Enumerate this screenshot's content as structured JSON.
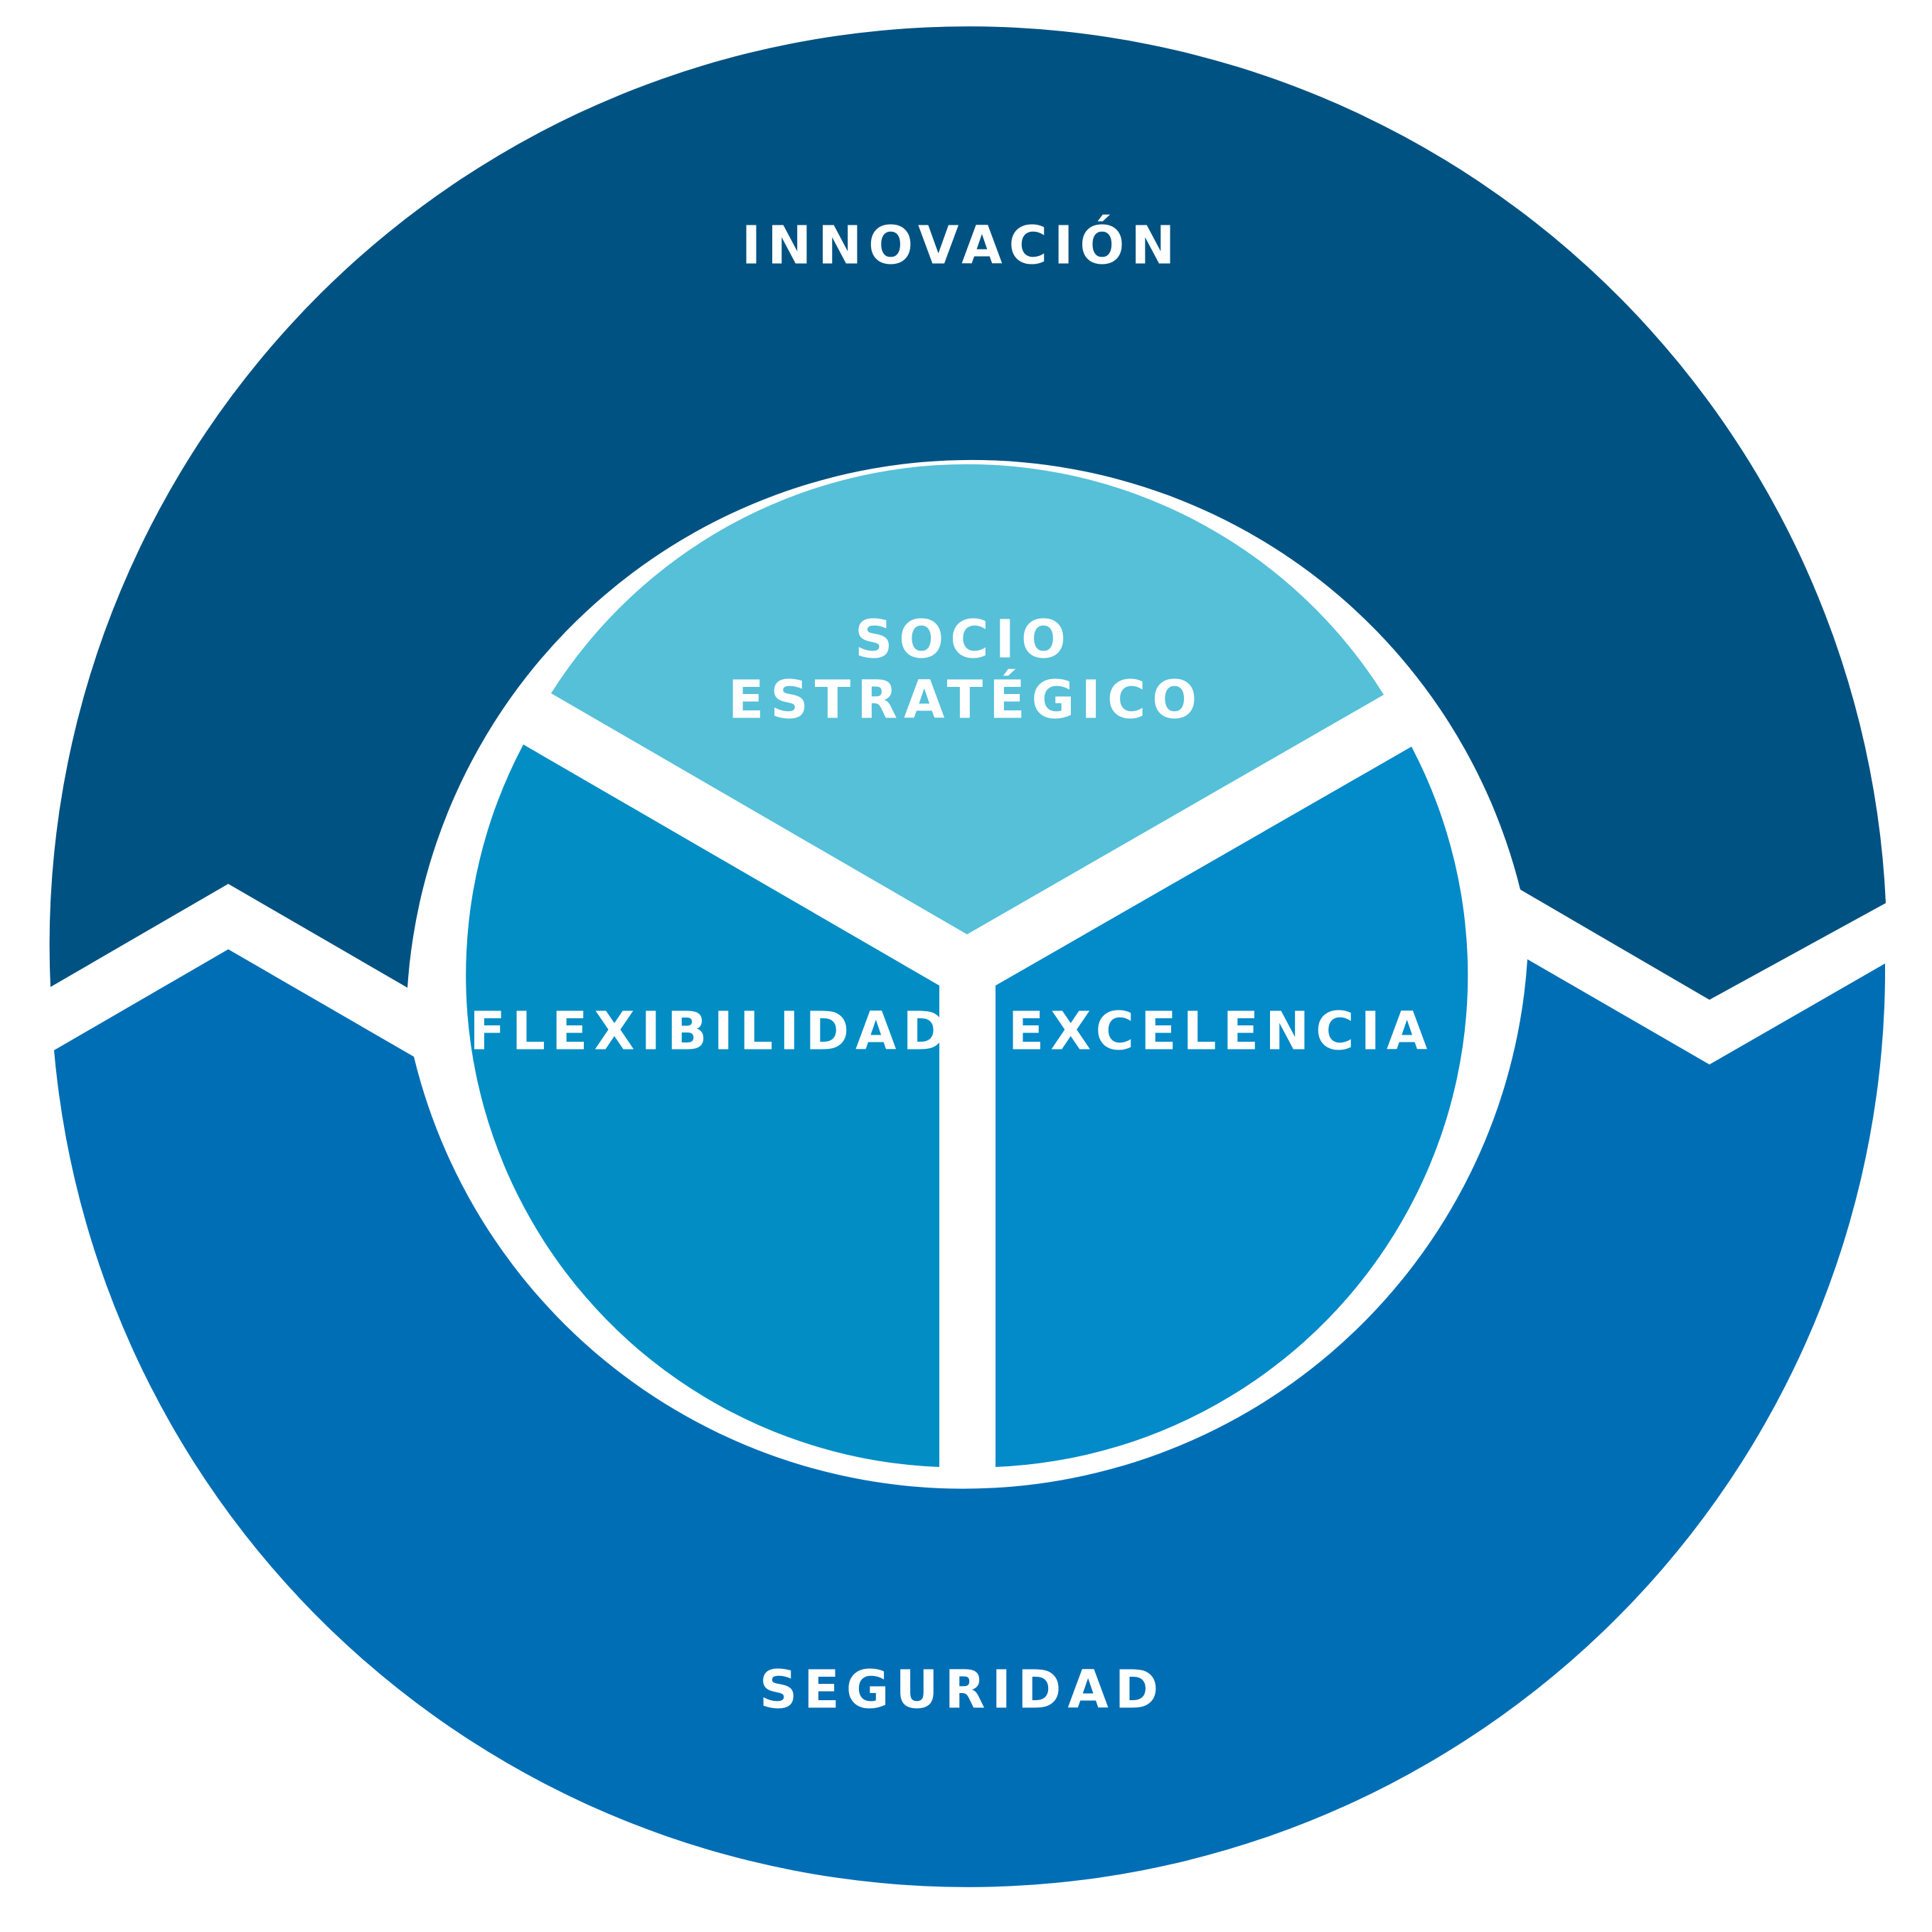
{
  "labels": {
    "innovacion": "INNOVACIÓN",
    "seguridad": "SEGURIDAD",
    "socio_line1": "SOCIO",
    "socio_line2": "ESTRATÉGICO",
    "flexibilidad": "FLEXIBILIDAD",
    "excelencia": "EXCELENCIA"
  },
  "colors": {
    "innovacion": "#005282",
    "seguridad": "#006eb5",
    "socio_estrategico": "#55c0d8",
    "flexibilidad": "#028ec4",
    "excelencia": "#028ac9",
    "background": "#ffffff"
  }
}
